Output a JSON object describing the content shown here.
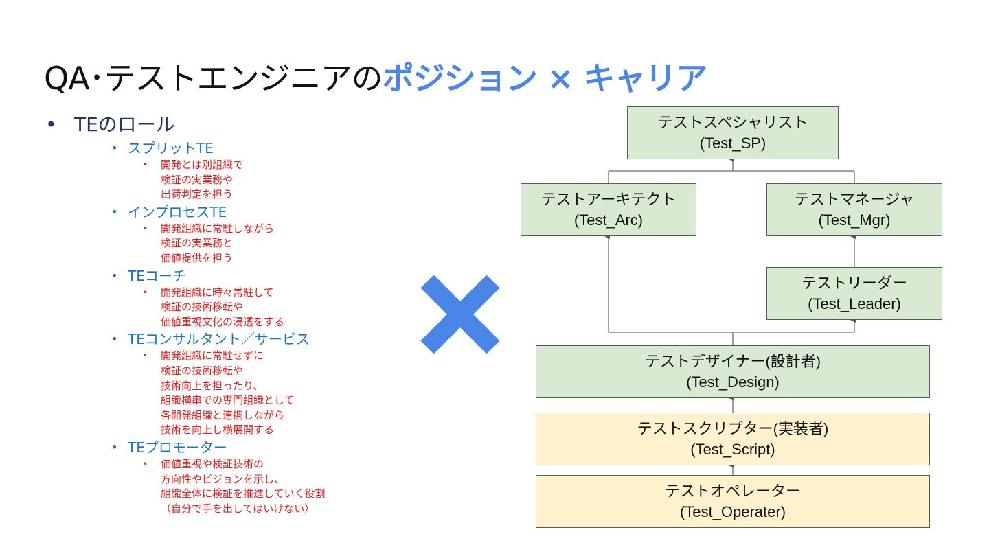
{
  "title": {
    "prefix": "QA･テストエンジニアの",
    "accent": "ポジション × キャリア",
    "accent_color": "#4a86e8"
  },
  "roles": {
    "heading": "TEのロール",
    "items": [
      {
        "name": "スプリットTE",
        "desc": "開発とは別組織で\n検証の実業務や\n出荷判定を担う"
      },
      {
        "name": "インプロセスTE",
        "desc": "開発組織に常駐しながら\n検証の実業務と\n価値提供を担う"
      },
      {
        "name": "TEコーチ",
        "desc": "開発組織に時々常駐して\n検証の技術移転や\n価値重視文化の浸透をする"
      },
      {
        "name": "TEコンサルタント／サービス",
        "desc": "開発組織に常駐せずに\n検証の技術移転や\n技術向上を担ったり、\n組織横串での専門組織として\n各開発組織と連携しながら\n技術を向上し横展開する"
      },
      {
        "name": "TEプロモーター",
        "desc": "価値重視や検証技術の\n方向性やビジョンを示し、\n組織全体に検証を推進していく役割\n（自分で手を出してはいけない）"
      }
    ]
  },
  "cross": {
    "icon": "multiply-icon",
    "color": "#4a86e8"
  },
  "career": {
    "colors": {
      "design_tier": "#d9ead3",
      "impl_tier": "#fff2cc",
      "border": "#595959"
    },
    "nodes": {
      "sp": {
        "name": "テストスペシャリスト",
        "code": "(Test_SP)"
      },
      "arc": {
        "name": "テストアーキテクト",
        "code": "(Test_Arc)"
      },
      "mgr": {
        "name": "テストマネージャ",
        "code": "(Test_Mgr)"
      },
      "leader": {
        "name": "テストリーダー",
        "code": "(Test_Leader)"
      },
      "design": {
        "name": "テストデザイナー(設計者)",
        "code": "(Test_Design)"
      },
      "script": {
        "name": "テストスクリプター(実装者)",
        "code": "(Test_Script)"
      },
      "operator": {
        "name": "テストオペレーター",
        "code": "(Test_Operater)"
      }
    }
  }
}
